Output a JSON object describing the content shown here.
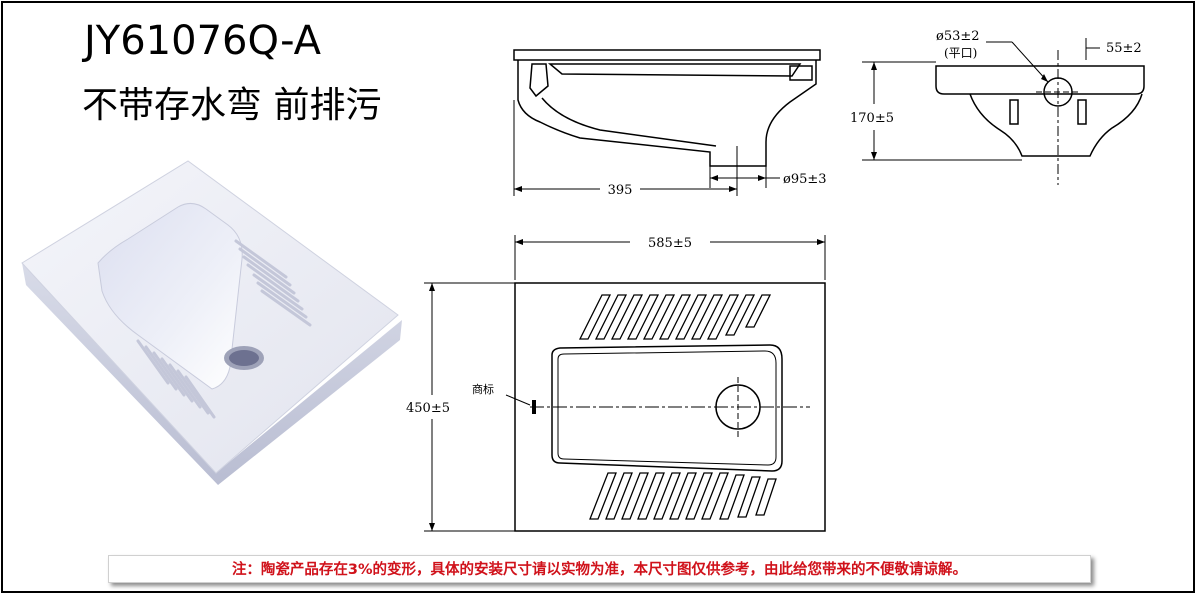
{
  "title": {
    "model": "JY61076Q-A",
    "subtitle": "不带存水弯 前排污"
  },
  "side_view": {
    "length_label": "395",
    "outlet_label": "ø95±3"
  },
  "front_view": {
    "outlet_diameter_label": "ø53±2",
    "outlet_note": "(平口)",
    "outlet_offset_label": "55±2",
    "height_label": "170±5"
  },
  "top_view": {
    "width_label": "585±5",
    "depth_label": "450±5",
    "logo_label": "商标"
  },
  "notice": {
    "text": "注：陶瓷产品存在3%的变形，具体的安装尺寸请以实物为准，本尺寸图仅供参考，由此给您带来的不便敬请谅解。"
  },
  "colors": {
    "notice_text": "#d0121b",
    "line": "#000000"
  }
}
